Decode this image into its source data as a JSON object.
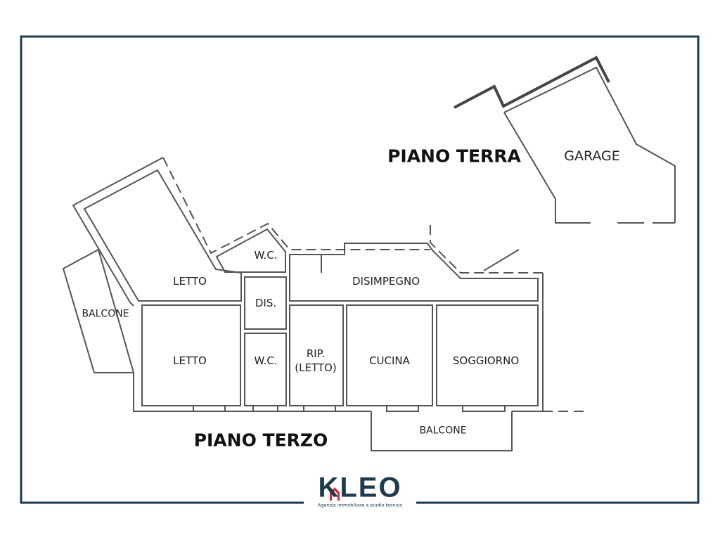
{
  "floors": {
    "ground_title": "PIANO TERRA",
    "third_title": "PIANO TERZO"
  },
  "rooms": {
    "garage": "GARAGE",
    "letto_upper": "LETTO",
    "letto_lower": "LETTO",
    "balcone_left": "BALCONE",
    "wc_upper": "W.C.",
    "dis": "DIS.",
    "wc_lower": "W.C.",
    "rip_line1": "RIP.",
    "rip_line2": "(LETTO)",
    "disimpegno": "DISIMPEGNO",
    "cucina": "CUCINA",
    "soggiorno": "SOGGIORNO",
    "balcone_bottom": "BALCONE"
  },
  "logo": {
    "name": "KLEO",
    "tagline": "Agenzia immobiliare e studio tecnico"
  },
  "colors": {
    "frame": "#1f3a4d",
    "wall": "#555555",
    "logo_accent": "#d92b3a"
  }
}
